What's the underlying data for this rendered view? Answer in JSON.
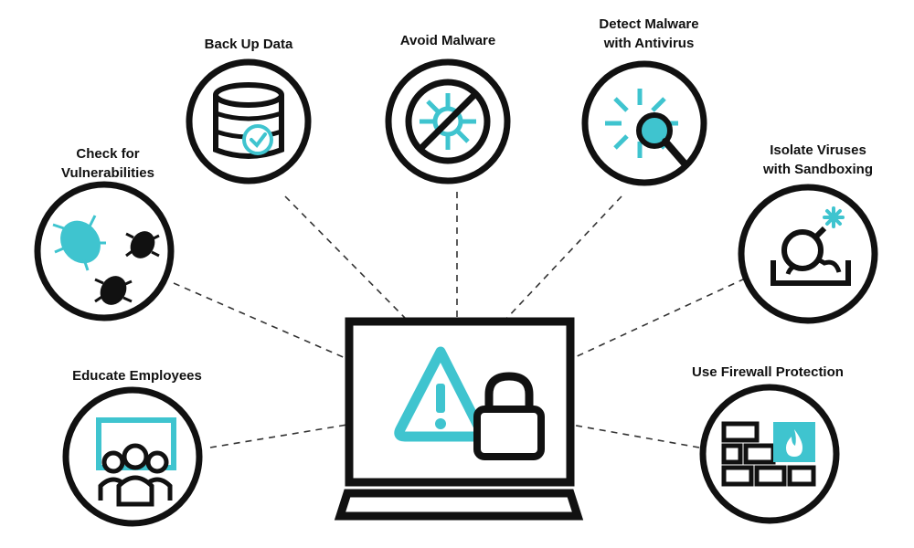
{
  "colors": {
    "accent": "#3fc4cf",
    "ink": "#111111",
    "line": "#333333",
    "background": "#ffffff"
  },
  "center": {
    "name": "laptop",
    "icons": [
      "warning-triangle-icon",
      "padlock-icon"
    ]
  },
  "items": [
    {
      "id": "backup",
      "lines": [
        "Back Up Data"
      ],
      "icon": "database-icon"
    },
    {
      "id": "avoid-malware",
      "lines": [
        "Avoid Malware"
      ],
      "icon": "no-virus-icon"
    },
    {
      "id": "antivirus",
      "lines": [
        "Detect Malware",
        "with Antivirus"
      ],
      "icon": "virus-magnifier-icon"
    },
    {
      "id": "vulnerabilities",
      "lines": [
        "Check for",
        "Vulnerabilities"
      ],
      "icon": "bugs-icon"
    },
    {
      "id": "sandboxing",
      "lines": [
        "Isolate Viruses",
        "with Sandboxing"
      ],
      "icon": "sandbox-bomb-icon"
    },
    {
      "id": "educate",
      "lines": [
        "Educate Employees"
      ],
      "icon": "presentation-group-icon"
    },
    {
      "id": "firewall",
      "lines": [
        "Use Firewall Protection"
      ],
      "icon": "firewall-icon"
    }
  ]
}
